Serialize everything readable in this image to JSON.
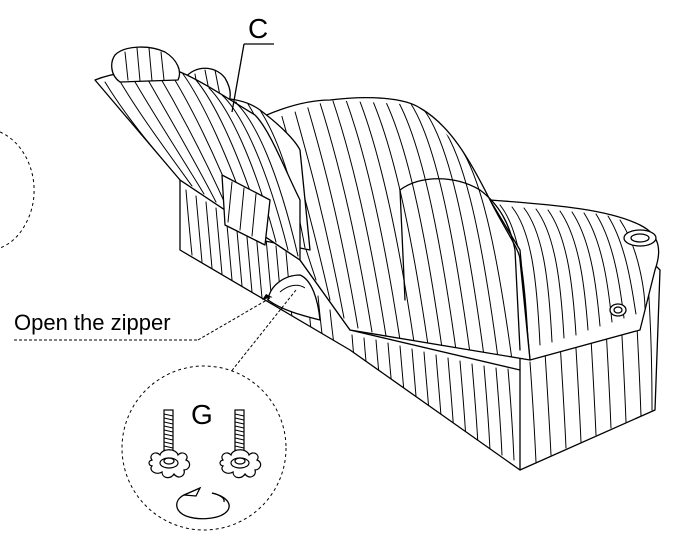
{
  "labels": {
    "part_c": "C",
    "part_g": "G",
    "instruction": "Open the zipper"
  },
  "icons": {
    "screw_left": "threaded-knob-screw-icon",
    "screw_right": "threaded-knob-screw-icon",
    "rotate": "rotate-arrow-icon",
    "zipper_opening": "zipper-opening-icon",
    "sofa": "reclining-sofa-illustration"
  },
  "colors": {
    "line": "#000000",
    "background": "#ffffff"
  }
}
